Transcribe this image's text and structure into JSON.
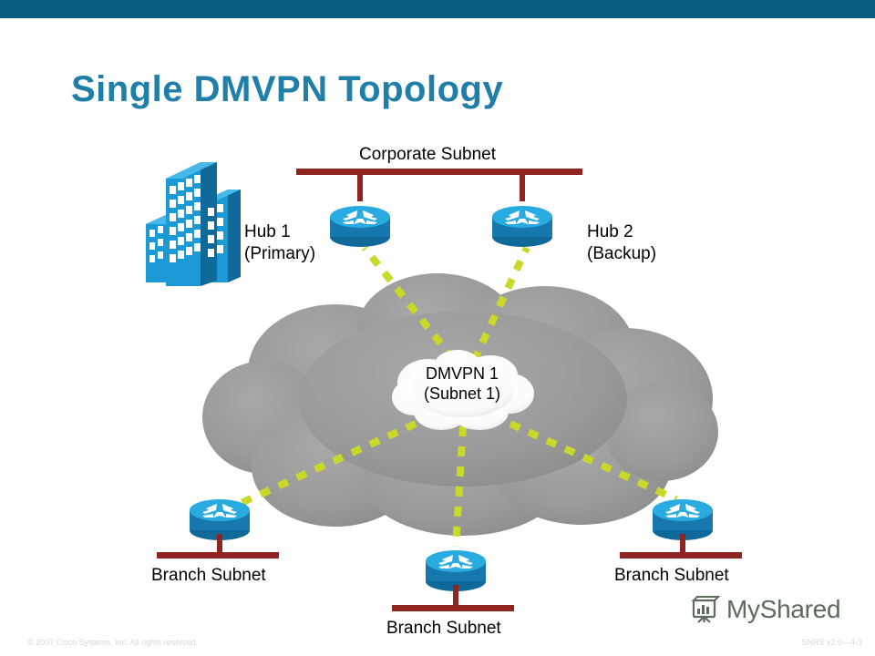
{
  "slide": {
    "title": "Single DMVPN Topology",
    "title_color": "#1f7fa8",
    "background": "#ffffff",
    "top_band_color": "#0a5c7f"
  },
  "colors": {
    "subnet_bar": "#8f2520",
    "tunnel_dash": "#c8d92a",
    "wan_cloud": "#969696",
    "dmvpn_cloud": "#ffffff",
    "router_top": "#29abe2",
    "router_side": "#1678ad",
    "building": "#1b9ad6"
  },
  "corporate": {
    "label": "Corporate Subnet"
  },
  "hubs": [
    {
      "name": "hub-1",
      "line1": "Hub 1",
      "line2": "(Primary)",
      "icon": "router-icon"
    },
    {
      "name": "hub-2",
      "line1": "Hub 2",
      "line2": "(Backup)",
      "icon": "router-icon"
    }
  ],
  "cloud": {
    "wan_icon": "wan-cloud-icon",
    "dmvpn_icon": "dmvpn-cloud-icon",
    "line1": "DMVPN 1",
    "line2": "(Subnet 1)"
  },
  "branches": [
    {
      "name": "branch-left",
      "label": "Branch Subnet",
      "icon": "router-icon"
    },
    {
      "name": "branch-bottom",
      "label": "Branch Subnet",
      "icon": "router-icon"
    },
    {
      "name": "branch-right",
      "label": "Branch Subnet",
      "icon": "router-icon"
    }
  ],
  "building": {
    "icon": "office-building-icon"
  },
  "footer": {
    "left": "© 2007 Cisco Systems, Inc. All rights reserved.",
    "right": "SNRS v2.0—4-3"
  },
  "watermark": {
    "text": "MyShared",
    "icon": "presentation-board-icon"
  }
}
